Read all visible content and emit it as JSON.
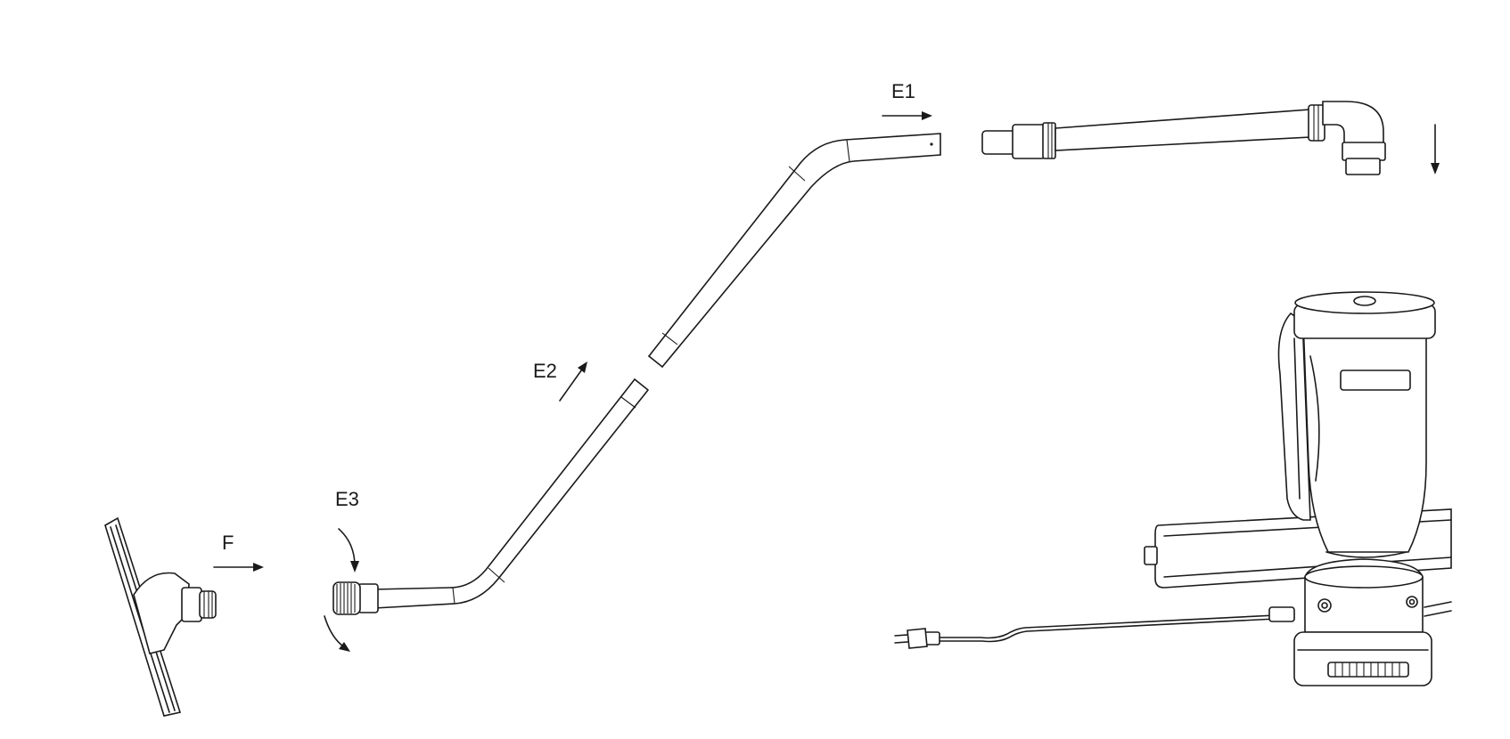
{
  "labels": {
    "e1": "E1",
    "e2": "E2",
    "e3": "E3",
    "f": "F"
  },
  "colors": {
    "line": "#1a1a1a",
    "background": "#ffffff"
  }
}
